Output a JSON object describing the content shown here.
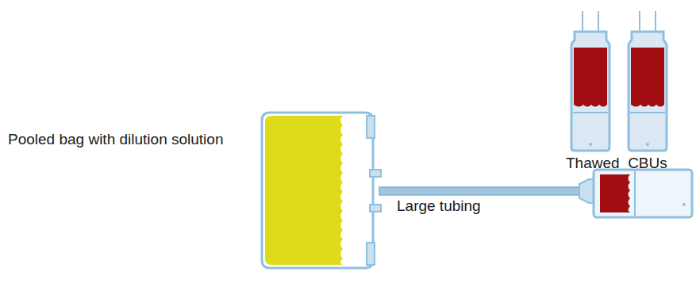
{
  "diagram": {
    "labels": [
      "Pooled bag with dilution solution",
      "Large tubing",
      "Thawed  CBUs"
    ]
  }
}
